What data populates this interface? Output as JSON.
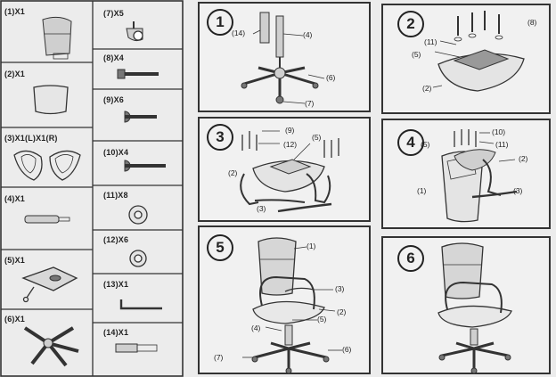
{
  "parts": {
    "p1": "(1)X1",
    "p2": "(2)X1",
    "p3": "(3)X1(L)X1(R)",
    "p4": "(4)X1",
    "p5": "(5)X1",
    "p6": "(6)X1",
    "p7": "(7)X5",
    "p8": "(8)X4",
    "p9": "(9)X6",
    "p10": "(10)X4",
    "p11": "(11)X8",
    "p12": "(12)X6",
    "p13": "(13)X1",
    "p14": "(14)X1"
  },
  "steps": {
    "s1": {
      "number": "1",
      "callouts": [
        "(14)",
        "(4)",
        "(6)",
        "(7)"
      ]
    },
    "s2": {
      "number": "2",
      "callouts": [
        "(8)",
        "(11)",
        "(5)",
        "(2)"
      ]
    },
    "s3": {
      "number": "3",
      "callouts": [
        "(9)",
        "(12)",
        "(5)",
        "(2)",
        "(3)"
      ]
    },
    "s4": {
      "number": "4",
      "callouts": [
        "(10)",
        "(5)",
        "(11)",
        "(2)",
        "(1)",
        "(3)"
      ]
    },
    "s5": {
      "number": "5",
      "callouts": [
        "(1)",
        "(3)",
        "(2)",
        "(4)",
        "(5)",
        "(7)",
        "(6)"
      ]
    },
    "s6": {
      "number": "6"
    }
  }
}
